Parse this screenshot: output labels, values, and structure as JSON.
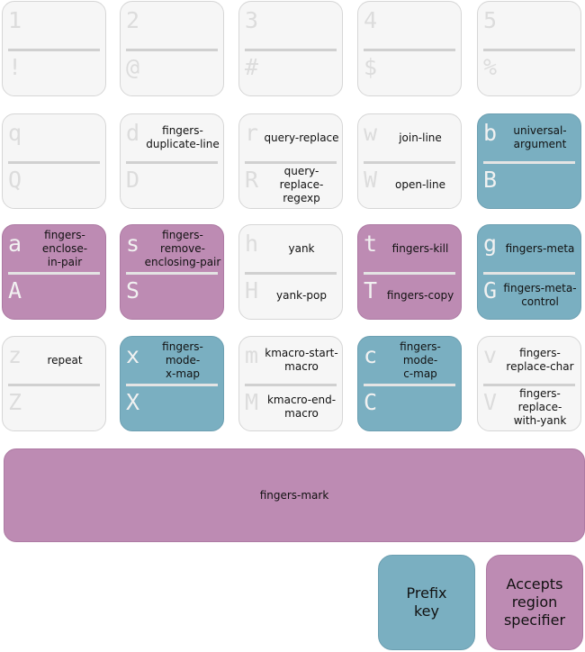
{
  "colors": {
    "plain": "#f6f6f6",
    "prefix_key": "#7aafc1",
    "region_specifier": "#bd8bb3"
  },
  "rows": [
    [
      {
        "type": "plain",
        "top": {
          "char": "1",
          "cmd": ""
        },
        "bottom": {
          "char": "!",
          "cmd": ""
        }
      },
      {
        "type": "plain",
        "top": {
          "char": "2",
          "cmd": ""
        },
        "bottom": {
          "char": "@",
          "cmd": ""
        }
      },
      {
        "type": "plain",
        "top": {
          "char": "3",
          "cmd": ""
        },
        "bottom": {
          "char": "#",
          "cmd": ""
        }
      },
      {
        "type": "plain",
        "top": {
          "char": "4",
          "cmd": ""
        },
        "bottom": {
          "char": "$",
          "cmd": ""
        }
      },
      {
        "type": "plain",
        "top": {
          "char": "5",
          "cmd": ""
        },
        "bottom": {
          "char": "%",
          "cmd": ""
        }
      }
    ],
    [
      {
        "type": "plain",
        "top": {
          "char": "q",
          "cmd": ""
        },
        "bottom": {
          "char": "Q",
          "cmd": ""
        }
      },
      {
        "type": "plain",
        "top": {
          "char": "d",
          "cmd": "fingers-\nduplicate-line"
        },
        "bottom": {
          "char": "D",
          "cmd": ""
        }
      },
      {
        "type": "plain",
        "top": {
          "char": "r",
          "cmd": "query-replace"
        },
        "bottom": {
          "char": "R",
          "cmd": "query-replace-\nregexp"
        }
      },
      {
        "type": "plain",
        "top": {
          "char": "w",
          "cmd": "join-line"
        },
        "bottom": {
          "char": "W",
          "cmd": "open-line"
        }
      },
      {
        "type": "prefix",
        "top": {
          "char": "b",
          "cmd": "universal-\nargument"
        },
        "bottom": {
          "char": "B",
          "cmd": ""
        }
      }
    ],
    [
      {
        "type": "region",
        "top": {
          "char": "a",
          "cmd": "fingers-\nenclose-\nin-pair"
        },
        "bottom": {
          "char": "A",
          "cmd": ""
        }
      },
      {
        "type": "region",
        "top": {
          "char": "s",
          "cmd": "fingers-\nremove-\nenclosing-pair"
        },
        "bottom": {
          "char": "S",
          "cmd": ""
        }
      },
      {
        "type": "plain",
        "top": {
          "char": "h",
          "cmd": "yank"
        },
        "bottom": {
          "char": "H",
          "cmd": "yank-pop"
        }
      },
      {
        "type": "region",
        "top": {
          "char": "t",
          "cmd": "fingers-kill"
        },
        "bottom": {
          "char": "T",
          "cmd": "fingers-copy"
        }
      },
      {
        "type": "prefix",
        "top": {
          "char": "g",
          "cmd": "fingers-meta"
        },
        "bottom": {
          "char": "G",
          "cmd": "fingers-meta-\ncontrol"
        }
      }
    ],
    [
      {
        "type": "plain",
        "top": {
          "char": "z",
          "cmd": "repeat"
        },
        "bottom": {
          "char": "Z",
          "cmd": ""
        }
      },
      {
        "type": "prefix",
        "top": {
          "char": "x",
          "cmd": "fingers-\nmode-\nx-map"
        },
        "bottom": {
          "char": "X",
          "cmd": ""
        }
      },
      {
        "type": "plain",
        "top": {
          "char": "m",
          "cmd": "kmacro-start-\nmacro"
        },
        "bottom": {
          "char": "M",
          "cmd": "kmacro-end-\nmacro"
        }
      },
      {
        "type": "prefix",
        "top": {
          "char": "c",
          "cmd": "fingers-\nmode-\nc-map"
        },
        "bottom": {
          "char": "C",
          "cmd": ""
        }
      },
      {
        "type": "plain",
        "top": {
          "char": "v",
          "cmd": "fingers-\nreplace-char"
        },
        "bottom": {
          "char": "V",
          "cmd": "fingers-\nreplace-\nwith-yank"
        }
      }
    ]
  ],
  "space_bar": {
    "cmd": "fingers-mark"
  },
  "legend": [
    {
      "type": "prefix",
      "label": "Prefix\nkey"
    },
    {
      "type": "region",
      "label": "Accepts\nregion\nspecifier"
    }
  ]
}
